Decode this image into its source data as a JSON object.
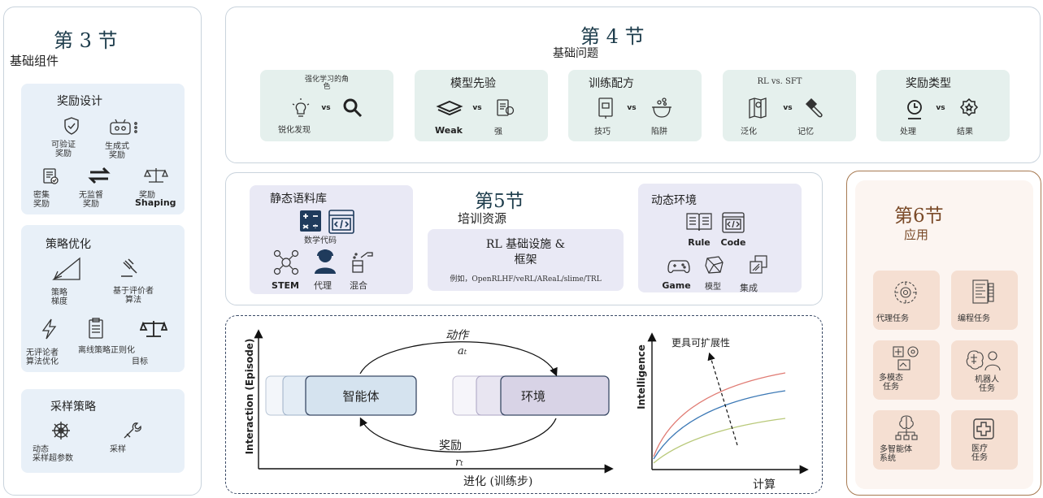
{
  "sec3": {
    "title": "第 3 节",
    "subtitle": "基础组件",
    "reward": {
      "title": "奖励设计",
      "verifiable": "可验证\n奖励",
      "generative": "生成式\n奖励",
      "dense": "密集\n奖励",
      "unsupervised": "无监督\n奖励",
      "shaping1": "奖励",
      "shaping2": "Shaping"
    },
    "policy": {
      "title": "策略优化",
      "gradient": "策略\n梯度",
      "critic": "基于评价者\n算法",
      "criticfree": "无评论者\n算法优化",
      "offpolicy": "离线策略正则化",
      "objective": "目标"
    },
    "sampling": {
      "title": "采样策略",
      "dynamic": "动态\n采样超参数",
      "sampling": "采样"
    }
  },
  "sec4": {
    "title": "第 4 节",
    "subtitle": "基础问题",
    "c1": {
      "title": "强化学习的角\n色",
      "vs": "vs",
      "left": "锐化发现"
    },
    "c2": {
      "title": "模型先验",
      "vs": "vs",
      "left": "Weak",
      "right": "强"
    },
    "c3": {
      "title": "训练配方",
      "vs": "vs",
      "left": "技巧",
      "right": "陷阱"
    },
    "c4": {
      "title": "RL vs. SFT",
      "vs": "vs",
      "left": "泛化",
      "right": "记忆"
    },
    "c5": {
      "title": "奖励类型",
      "vs": "vs",
      "left": "处理",
      "right": "结果"
    }
  },
  "sec5": {
    "title": "第5节",
    "subtitle": "培训资源",
    "static": {
      "title": "静态语料库",
      "mathcode": "数学代码",
      "stem": "STEM",
      "agent": "代理",
      "mixed": "混合"
    },
    "infra": {
      "title": "RL 基础设施 &\n框架",
      "example": "例如，OpenRLHF/veRL/AReaL/slime/TRL"
    },
    "dynamic": {
      "title": "动态环境",
      "rule": "Rule",
      "code": "Code",
      "game": "Game",
      "model": "模型",
      "ensemble": "集成"
    }
  },
  "sec6": {
    "title": "第6节",
    "subtitle": "应用",
    "items": [
      "代理任务",
      "编程任务",
      "多模态\n任务",
      "机器人\n任务",
      "多智能体\n系统",
      "医疗\n任务"
    ]
  },
  "loop": {
    "action": "动作",
    "action_sym": "a",
    "action_sub": "t",
    "agent": "智能体",
    "env": "环境",
    "reward": "奖励",
    "reward_sym": "r",
    "reward_sub": "t",
    "ylabel": "Interaction (Episode)",
    "xlabel": "进化 (训练步)"
  },
  "scaling": {
    "ylabel": "Intelligence",
    "xlabel": "计算",
    "annot": "更具可扩展性"
  },
  "colors": {
    "teal": "#e5f0ed",
    "lilac": "#e9e9f5",
    "peach": "#f5dfd2",
    "blue": "#e8f0f8",
    "agent": "#d5e3ef",
    "env": "#d8d3e6",
    "curve_red": "#e07b73",
    "curve_blue": "#3b78b5",
    "curve_green": "#b9c97a"
  }
}
